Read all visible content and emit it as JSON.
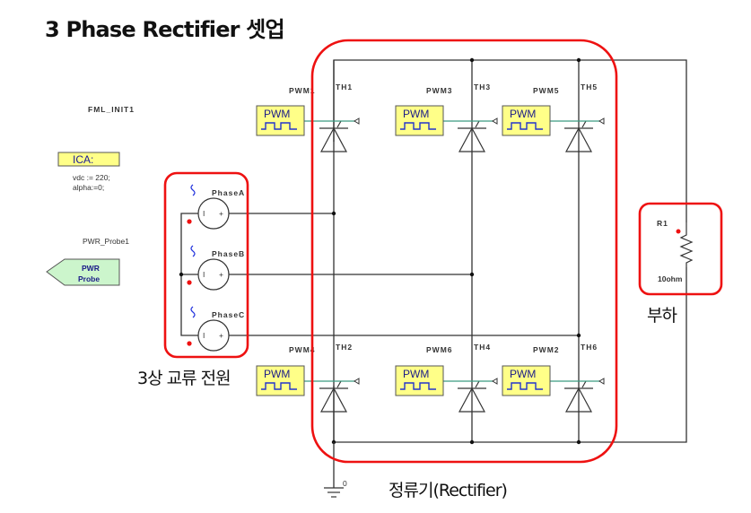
{
  "title": "3 Phase Rectifier 셋업",
  "colors": {
    "highlight": "#ee1111",
    "pwm_block": "#ffff88",
    "probe_block": "#ccf5cc",
    "gate_wire": "#3a9a80"
  },
  "fml_init": {
    "label": "FML_INIT1",
    "block_label": "ICA:",
    "code_lines": [
      "vdc := 220;",
      "alpha:=0;"
    ]
  },
  "probe": {
    "label": "PWR_Probe1",
    "line1": "PWR",
    "line2": "Probe"
  },
  "sources": [
    {
      "name": "PhaseA",
      "minus": "I",
      "plus": "+"
    },
    {
      "name": "PhaseB",
      "minus": "I",
      "plus": "+"
    },
    {
      "name": "PhaseC",
      "minus": "I",
      "plus": "+"
    }
  ],
  "pwm_block_text": "PWM",
  "thyristors": [
    {
      "name": "TH1",
      "pwm": "PWM1",
      "row": "top",
      "col": 0
    },
    {
      "name": "TH3",
      "pwm": "PWM3",
      "row": "top",
      "col": 1
    },
    {
      "name": "TH5",
      "pwm": "PWM5",
      "row": "top",
      "col": 2
    },
    {
      "name": "TH2",
      "pwm": "PWM4",
      "row": "bottom",
      "col": 0
    },
    {
      "name": "TH4",
      "pwm": "PWM6",
      "row": "bottom",
      "col": 1
    },
    {
      "name": "TH6",
      "pwm": "PWM2",
      "row": "bottom",
      "col": 2
    }
  ],
  "load": {
    "name": "R1",
    "value": "10ohm"
  },
  "ground_label": "0",
  "annotations": {
    "source": "3상 교류 전원",
    "rectifier": "정류기(Rectifier)",
    "load": "부하"
  }
}
